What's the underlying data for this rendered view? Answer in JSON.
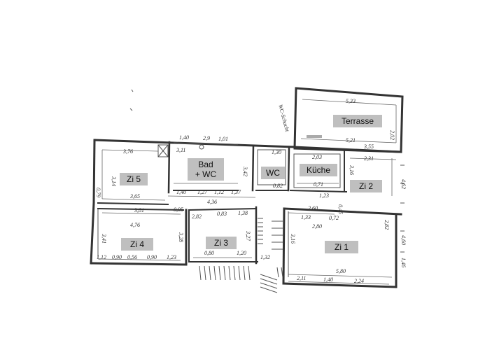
{
  "rooms": {
    "terrasse": "Terrasse",
    "zi5": "Zi 5",
    "bad": "Bad\n+ WC",
    "wc": "WC",
    "kueche": "Küche",
    "zi2": "Zi 2",
    "zi4": "Zi 4",
    "zi3": "Zi 3",
    "zi1": "Zi 1"
  },
  "annotations": {
    "vertical_note": "WC-Schacht"
  },
  "dimensions": {
    "terrasse_w": "5,33",
    "terrasse_h": "2,02",
    "terrasse_bottom": "5,21",
    "zi5_w": "3,76",
    "zi5_h": "3,14",
    "zi5_bottom": "3,65",
    "bad_w": "3,11",
    "bad_top_a": "1,40",
    "bad_top_b": "2,9",
    "bad_top_c": "1,01",
    "bad_bottom_a": "1,40",
    "bad_bottom_b": "1,27",
    "bad_bottom_c": "1,12",
    "bad_bottom_d": "1,37",
    "bad_h": "3,42",
    "wc_w": "1,30",
    "wc_bottom": "0,82",
    "kueche_w": "2,03",
    "kueche_bottom": "0,71",
    "zi2_w": "2,31",
    "zi2_h": "3,16",
    "zi2_bottom": "1,23",
    "zi2_right": "3,55",
    "flur_len": "4,36",
    "zi4_w": "4,76",
    "zi4_top": "3,81",
    "zi4_h": "3,41",
    "zi4_right_h": "3,28",
    "zi4_bottom_a": "1,12",
    "zi4_bottom_b": "0,90",
    "zi4_bottom_c": "0,56",
    "zi4_bottom_d": "0,90",
    "zi4_bottom_e": "1,23",
    "zi3_top_a": "2,82",
    "zi3_top_b": "0,83",
    "zi3_top_c": "1,38",
    "zi3_h": "3,27",
    "zi3_bottom_a": "0,80",
    "zi3_bottom_b": "1,20",
    "zi3_bottom_c": "1,32",
    "zi1_top": "2,60",
    "zi1_top_a": "1,33",
    "zi1_top_b": "0,72",
    "zi1_inner": "2,80",
    "zi1_w": "5,80",
    "zi1_h": "3,16",
    "zi1_bottom_a": "2,11",
    "zi1_bottom_b": "1,40",
    "zi1_bottom_c": "2,24",
    "zi1_right": "2,82",
    "right_a": "4,60",
    "right_b": "4,62",
    "right_c": "1,46",
    "window_a": "0,95",
    "door_x": "0,79",
    "step": "0,45"
  }
}
